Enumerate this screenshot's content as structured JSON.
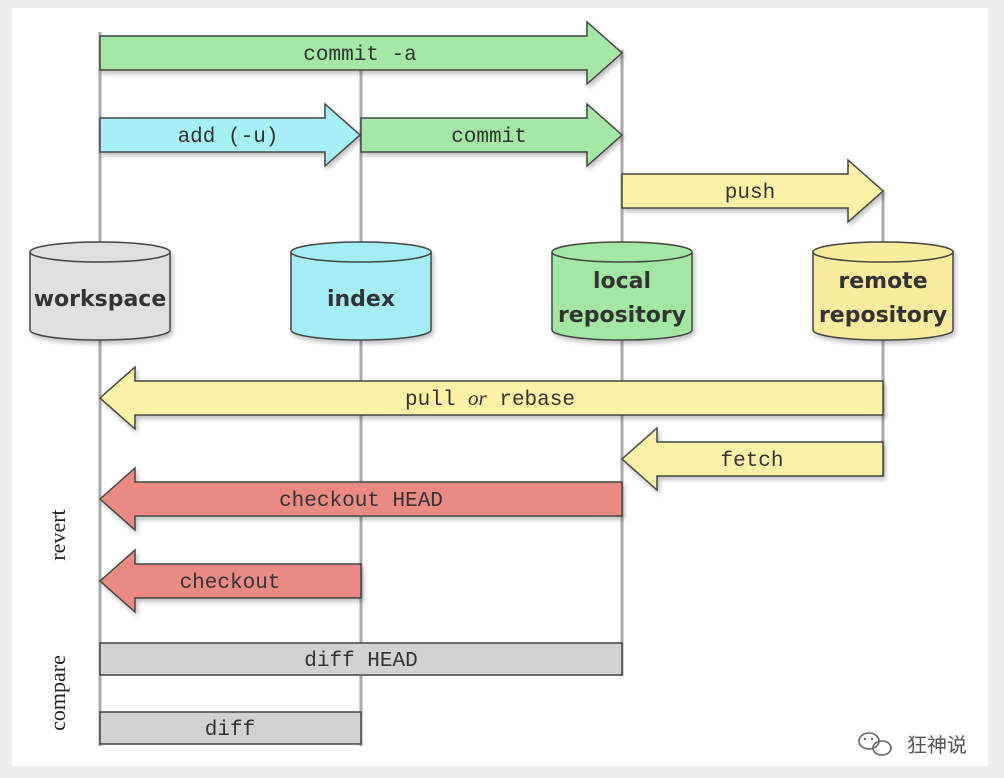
{
  "diagram": {
    "colors": {
      "green": "#a5e8a6",
      "cyan": "#a6f1f8",
      "yellow": "#fbf2a5",
      "red": "#e98b83",
      "gray_bar": "#d2d2d2",
      "workspace": "#e0e0e0",
      "index": "#a4eef8",
      "local": "#a3e8a2",
      "remote": "#fbeb9c",
      "lines": "#aaaaaa",
      "text": "#333333"
    },
    "nodes": [
      {
        "id": "workspace",
        "lines": [
          "workspace"
        ]
      },
      {
        "id": "index",
        "lines": [
          "index"
        ]
      },
      {
        "id": "local",
        "lines": [
          "local",
          "repository"
        ]
      },
      {
        "id": "remote",
        "lines": [
          "remote",
          "repository"
        ]
      }
    ],
    "arrows": [
      {
        "id": "commit-a",
        "from": "workspace",
        "to": "local",
        "label": "commit -a",
        "color": "green"
      },
      {
        "id": "add",
        "from": "workspace",
        "to": "index",
        "label": "add (-u)",
        "color": "cyan"
      },
      {
        "id": "commit",
        "from": "index",
        "to": "local",
        "label": "commit",
        "color": "green"
      },
      {
        "id": "push",
        "from": "local",
        "to": "remote",
        "label": "push",
        "color": "yellow"
      },
      {
        "id": "pull",
        "from": "remote",
        "to": "workspace",
        "label_pre": "pull ",
        "label_em": "or",
        "label_post": " rebase",
        "color": "yellow"
      },
      {
        "id": "fetch",
        "from": "remote",
        "to": "local",
        "label": "fetch",
        "color": "yellow"
      },
      {
        "id": "checkout-head",
        "from": "local",
        "to": "workspace",
        "label": "checkout HEAD",
        "color": "red"
      },
      {
        "id": "checkout",
        "from": "index",
        "to": "workspace",
        "label": "checkout",
        "color": "red"
      }
    ],
    "bars": [
      {
        "id": "diff-head",
        "from": "workspace",
        "to": "local",
        "label": "diff HEAD"
      },
      {
        "id": "diff",
        "from": "workspace",
        "to": "index",
        "label": "diff"
      }
    ],
    "side_labels": {
      "revert": "revert",
      "compare": "compare"
    }
  },
  "watermark": {
    "text": "狂神说"
  }
}
